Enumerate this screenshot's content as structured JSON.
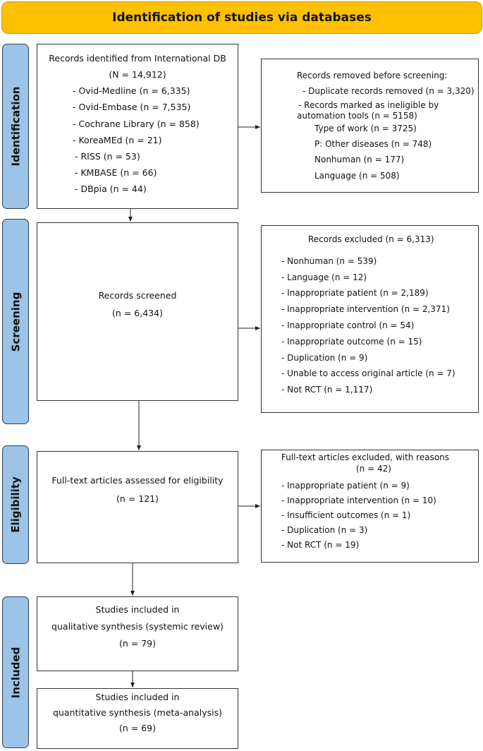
{
  "header": "Identification of studies via databases",
  "stages": [
    "Identification",
    "Screening",
    "Eligibility",
    "Included"
  ],
  "identified": {
    "title": "Records identified from International DB",
    "total": "(N = 14,912)",
    "items": [
      "- Ovid-Medline (n = 6,335)",
      "- Ovid-Embase (n = 7,535)",
      "- Cochrane Library (n = 858)",
      "- KoreaMEd (n = 21)",
      "-  RISS (n = 53)",
      "-  KMBASE (n = 66)",
      "-  DBpia (n = 44)"
    ]
  },
  "removed": {
    "title": "Records removed before screening:",
    "dup": "- Duplicate records removed (n = 3,320)",
    "auto1": "- Records marked as ineligible by",
    "auto2": "automation tools  (n = 5158)",
    "items": [
      "Type of work (n = 3725)",
      "P: Other diseases (n = 748)",
      "Nonhuman (n = 177)",
      "Language (n = 508)"
    ]
  },
  "screened": {
    "title": "Records screened",
    "n": "(n = 6,434)"
  },
  "excluded": {
    "title": "Records excluded (n = 6,313)",
    "items": [
      "- Nonhuman (n = 539)",
      "- Language (n = 12)",
      "- Inappropriate patient (n = 2,189)",
      "- Inappropriate intervention (n = 2,371)",
      "- Inappropriate control (n = 54)",
      "- Inappropriate outcome (n = 15)",
      "- Duplication (n = 9)",
      "- Unable to access original article (n = 7)",
      "- Not RCT (n = 1,117)"
    ]
  },
  "eligibility": {
    "title": "Full-text articles assessed for eligibility",
    "n": "(n = 121)"
  },
  "ft_excluded": {
    "title": "Full-text articles excluded, with reasons",
    "n": "(n = 42)",
    "items": [
      "- Inappropriate patient (n = 9)",
      "- Inappropriate intervention (n = 10)",
      "- Insufficient outcomes (n = 1)",
      "- Duplication (n = 3)",
      "- Not RCT (n = 19)"
    ]
  },
  "qualitative": {
    "l1": "Studies included in",
    "l2": "qualitative synthesis (systemic review)",
    "n": "(n = 79)"
  },
  "quantitative": {
    "l1": "Studies included in",
    "l2": "quantitative synthesis (meta-analysis)",
    "n": "(n = 69)"
  },
  "colors": {
    "header": "#FFC000",
    "stage": "#9DC3E6"
  }
}
